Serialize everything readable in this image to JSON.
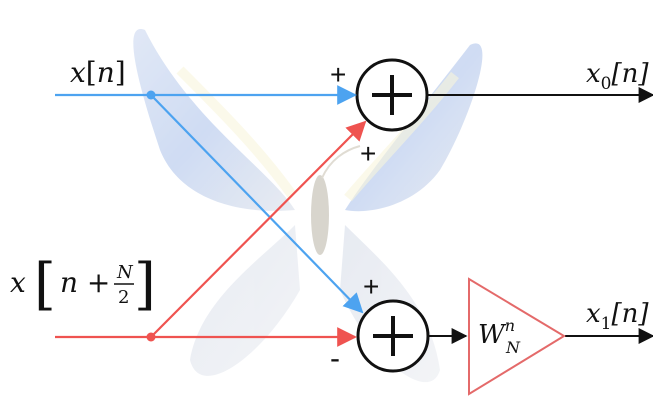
{
  "inputs": {
    "top": {
      "base": "x",
      "index": "n"
    },
    "bottom": {
      "base": "x",
      "index": "n + ",
      "frac_num": "N",
      "frac_den": "2"
    }
  },
  "outputs": {
    "top": {
      "base": "x",
      "sub": "0",
      "index": "[n]"
    },
    "bottom": {
      "base": "x",
      "sub": "1",
      "index": "[n]"
    }
  },
  "adders": {
    "top": {
      "symbol": "+",
      "sign_top": "+",
      "sign_bottom": "+"
    },
    "bottom": {
      "symbol": "+",
      "sign_top": "+",
      "sign_bottom": "-"
    }
  },
  "twiddle": {
    "base": "W",
    "sup": "n",
    "sub": "N"
  },
  "colors": {
    "top_path": "#4da3f0",
    "bottom_path": "#ef5350",
    "twiddle_border": "#e46a6a",
    "line": "#111111"
  },
  "background_image": "butterfly-photo"
}
